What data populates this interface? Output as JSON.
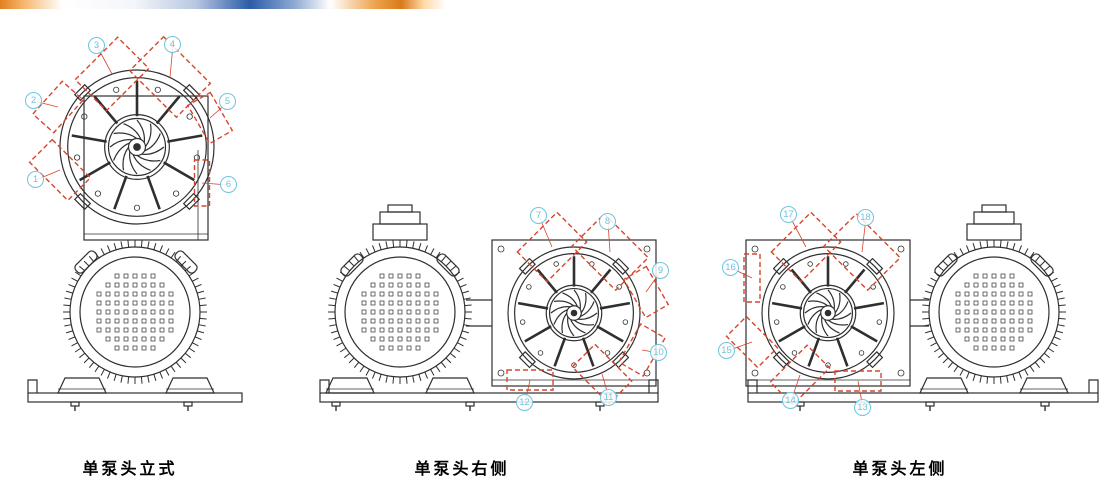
{
  "colors": {
    "background": "#ffffff",
    "line": "#2f2f2f",
    "highlight": "#d6452e",
    "callout": "#6cc5e0"
  },
  "banner": {
    "stops": [
      [
        "#e0801f",
        "0%"
      ],
      [
        "#f5b469",
        "5%"
      ],
      [
        "#ffffff",
        "14%"
      ],
      [
        "#f4f6fa",
        "30%"
      ],
      [
        "#b7c7e2",
        "44%"
      ],
      [
        "#2d5ca8",
        "56%"
      ],
      [
        "#8fa9d2",
        "66%"
      ],
      [
        "#ffffff",
        "74%"
      ],
      [
        "#eda44f",
        "84%"
      ],
      [
        "#d97b1b",
        "90%"
      ],
      [
        "#ffd9a8",
        "95%"
      ],
      [
        "#ffffff",
        "100%"
      ]
    ]
  },
  "callouts": [
    "1",
    "2",
    "3",
    "4",
    "5",
    "6",
    "7",
    "8",
    "9",
    "10",
    "11",
    "12",
    "13",
    "14",
    "15",
    "16",
    "17",
    "18"
  ],
  "diagrams": [
    {
      "id": "vertical",
      "caption": "单泵头立式"
    },
    {
      "id": "right-side",
      "caption": "单泵头右侧"
    },
    {
      "id": "left-side",
      "caption": "单泵头左侧"
    }
  ]
}
